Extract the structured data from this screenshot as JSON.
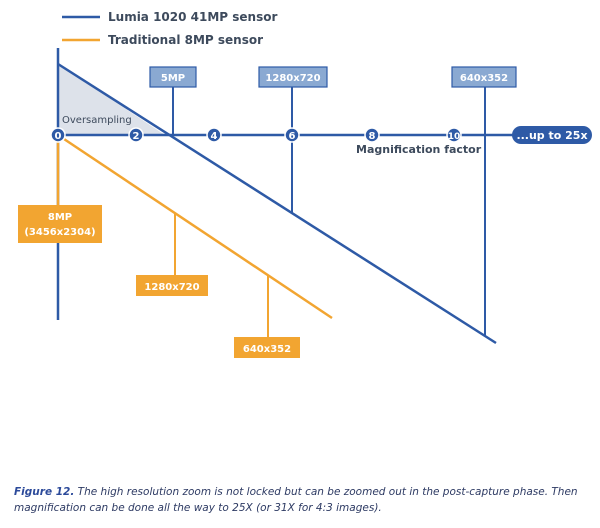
{
  "legend": {
    "lumia": "Lumia 1020 41MP sensor",
    "traditional": "Traditional 8MP sensor"
  },
  "colors": {
    "blue": "#2e5aa6",
    "orange": "#f2a531",
    "shade": "#dde2ea",
    "axis": "#2e5aa6",
    "text": "#3d4a5c"
  },
  "axis": {
    "label": "Magnification factor",
    "ticks": [
      "0",
      "2",
      "4",
      "6",
      "8",
      "10"
    ],
    "end_label": "...up to 25x"
  },
  "oversampling_label": "Oversampling",
  "blue_boxes": {
    "b5mp": "5MP",
    "b1280": "1280x720",
    "b640": "640x352"
  },
  "orange_boxes": {
    "o8mp_line1": "8MP",
    "o8mp_line2": "(3456x2304)",
    "o1280": "1280x720",
    "o640": "640x352"
  },
  "caption": {
    "figure": "Figure 12.",
    "text": "The high resolution zoom is not locked but can be zoomed out in the post-capture phase. Then magnification can be done all the way to 25X (or 31X for 4:3 images)."
  }
}
